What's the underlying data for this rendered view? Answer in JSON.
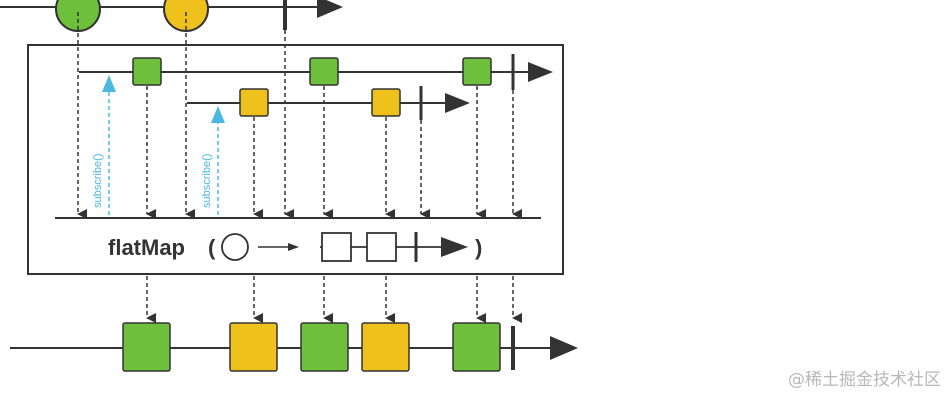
{
  "operator": {
    "name": "flatMap",
    "open_paren": "(",
    "close_paren": ")"
  },
  "inner_subscriptions": [
    {
      "label": "subscribe()"
    },
    {
      "label": "subscribe()"
    }
  ],
  "colors": {
    "green": "#6dbf3c",
    "yellow": "#eec11c",
    "line": "#333333",
    "subscribe": "#4ab8e0",
    "box_border": "#333333"
  },
  "watermark": "@稀土掘金技术社区"
}
